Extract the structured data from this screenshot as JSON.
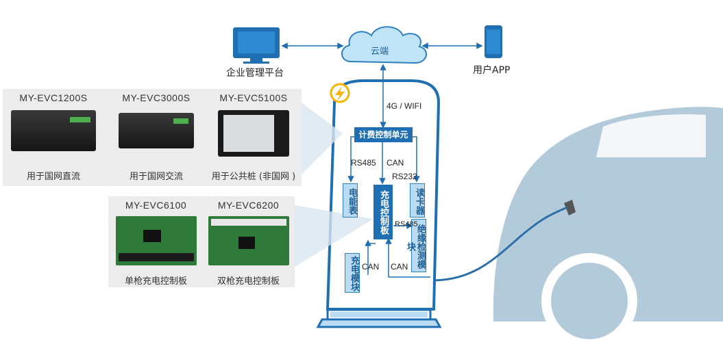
{
  "top": {
    "cloud_label": "云端",
    "enterprise_label": "企业管理平台",
    "app_label": "用户APP",
    "link_label": "4G / WIFI"
  },
  "products_top": [
    {
      "model": "MY-EVC1200S",
      "use": "用于国网直流"
    },
    {
      "model": "MY-EVC3000S",
      "use": "用于国网交流"
    },
    {
      "model": "MY-EVC5100S",
      "use": "用于公共桩 (非国网 )"
    }
  ],
  "products_bottom": [
    {
      "model": "MY-EVC6100",
      "use": "单枪充电控制板"
    },
    {
      "model": "MY-EVC6200",
      "use": "双枪充电控制板"
    }
  ],
  "charger": {
    "billing_unit": "计费控制单元",
    "charge_board": "充电控制板",
    "meter": "电能表",
    "card_reader": "读卡器",
    "insulation": "绝缘检测模块",
    "charge_module": "充电模块",
    "rs485_a": "RS485",
    "can_a": "CAN",
    "rs232": "RS232",
    "rs485_b": "RS485",
    "can_b": "CAN",
    "can_c": "CAN"
  },
  "colors": {
    "accent": "#1f6fb2",
    "pillar_border": "#1f6fb2",
    "car": "#a9c4d8",
    "panel": "#ececec"
  }
}
